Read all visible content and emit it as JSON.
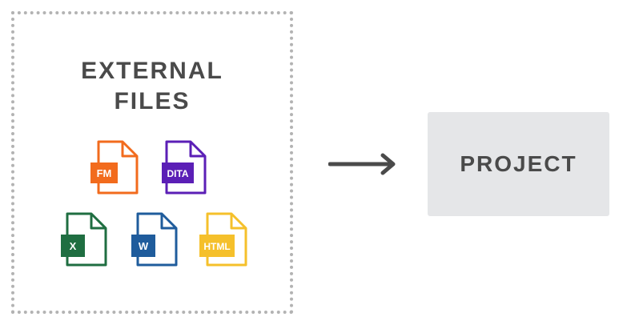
{
  "external": {
    "title_line1": "EXTERNAL",
    "title_line2": "FILES"
  },
  "files": [
    {
      "icon": "framemaker-file-icon",
      "label": "FM",
      "color": "#f26b1d"
    },
    {
      "icon": "dita-file-icon",
      "label": "DITA",
      "color": "#5b1fb6"
    },
    {
      "icon": "excel-file-icon",
      "label": "X",
      "color": "#1f6e41"
    },
    {
      "icon": "word-file-icon",
      "label": "W",
      "color": "#1f5c9c"
    },
    {
      "icon": "html-file-icon",
      "label": "HTML",
      "color": "#f5c02b"
    }
  ],
  "arrow": {
    "icon": "right-arrow-icon",
    "color": "#4a4a4a"
  },
  "project": {
    "label": "PROJECT"
  }
}
